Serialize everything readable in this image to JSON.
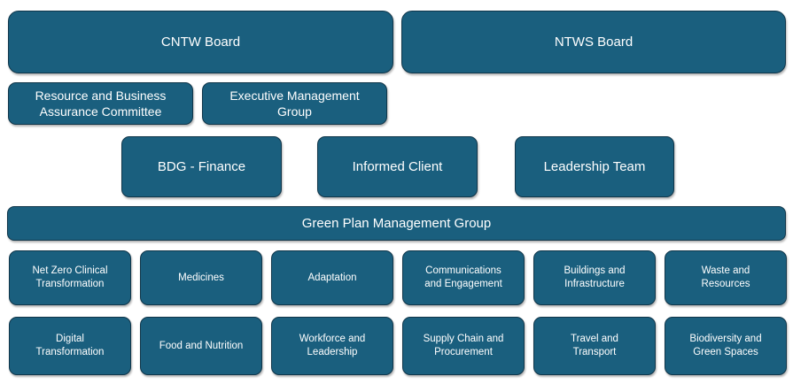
{
  "palette": {
    "box_fill": "#1A5F7E",
    "box_border": "#10364A",
    "box_text": "#FFFFFF",
    "page_bg": "#FFFFFF"
  },
  "org_chart": {
    "boards": [
      {
        "label": "CNTW Board"
      },
      {
        "label": "NTWS Board"
      }
    ],
    "committees": [
      {
        "label": "Resource and Business\nAssurance Committee"
      },
      {
        "label": "Executive Management\nGroup"
      }
    ],
    "groups": [
      {
        "label": "BDG - Finance"
      },
      {
        "label": "Informed Client"
      },
      {
        "label": "Leadership Team"
      }
    ],
    "management_group": {
      "label": "Green Plan Management Group"
    },
    "workstreams": {
      "row1": [
        {
          "label": "Net Zero Clinical\nTransformation"
        },
        {
          "label": "Medicines"
        },
        {
          "label": "Adaptation"
        },
        {
          "label": "Communications\nand Engagement"
        },
        {
          "label": "Buildings and\nInfrastructure"
        },
        {
          "label": "Waste and\nResources"
        }
      ],
      "row2": [
        {
          "label": "Digital\nTransformation"
        },
        {
          "label": "Food and Nutrition"
        },
        {
          "label": "Workforce and\nLeadership"
        },
        {
          "label": "Supply Chain and\nProcurement"
        },
        {
          "label": "Travel and\nTransport"
        },
        {
          "label": "Biodiversity and\nGreen Spaces"
        }
      ]
    }
  }
}
